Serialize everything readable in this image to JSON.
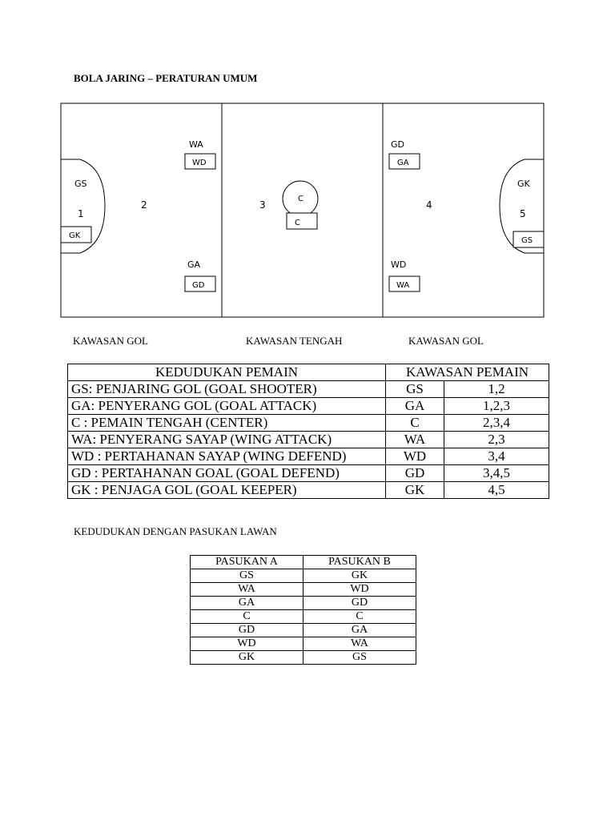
{
  "title": "BOLA JARING – PERATURAN UMUM",
  "court": {
    "left_circle": {
      "label": "GS",
      "number": "1",
      "box": "GK"
    },
    "zones": [
      "2",
      "3",
      "4"
    ],
    "right_circle": {
      "label": "GK",
      "number": "5",
      "box": "GS"
    },
    "left_top": {
      "label": "WA",
      "box": "WD"
    },
    "left_bottom": {
      "label": "GA",
      "box": "GD"
    },
    "center": {
      "label": "C",
      "box": "C"
    },
    "right_top": {
      "label": "GD",
      "box": "GA"
    },
    "right_bottom": {
      "label": "WD",
      "box": "WA"
    }
  },
  "zone_labels": [
    "KAWASAN GOL",
    "KAWASAN TENGAH",
    "KAWASAN GOL"
  ],
  "positions_table": {
    "headers": [
      "KEDUDUKAN PEMAIN",
      "KAWASAN PEMAIN"
    ],
    "rows": [
      [
        "GS:  PENJARING GOL (GOAL SHOOTER)",
        "GS",
        "1,2"
      ],
      [
        "GA: PENYERANG GOL (GOAL ATTACK)",
        "GA",
        "1,2,3"
      ],
      [
        "C  :  PEMAIN TENGAH (CENTER)",
        "C",
        "2,3,4"
      ],
      [
        "WA:  PENYERANG SAYAP (WING ATTACK)",
        "WA",
        "2,3"
      ],
      [
        "WD : PERTAHANAN SAYAP (WING DEFEND)",
        "WD",
        "3,4"
      ],
      [
        "GD : PERTAHANAN GOAL (GOAL DEFEND)",
        "GD",
        "3,4,5"
      ],
      [
        "GK :  PENJAGA GOL (GOAL KEEPER)",
        "GK",
        "4,5"
      ]
    ]
  },
  "opponent_heading": "KEDUDUKAN DENGAN PASUKAN LAWAN",
  "opponent_table": {
    "headers": [
      "PASUKAN A",
      "PASUKAN B"
    ],
    "rows": [
      [
        "GS",
        "GK"
      ],
      [
        "WA",
        "WD"
      ],
      [
        "GA",
        "GD"
      ],
      [
        "C",
        "C"
      ],
      [
        "GD",
        "GA"
      ],
      [
        "WD",
        "WA"
      ],
      [
        "GK",
        "GS"
      ]
    ]
  }
}
